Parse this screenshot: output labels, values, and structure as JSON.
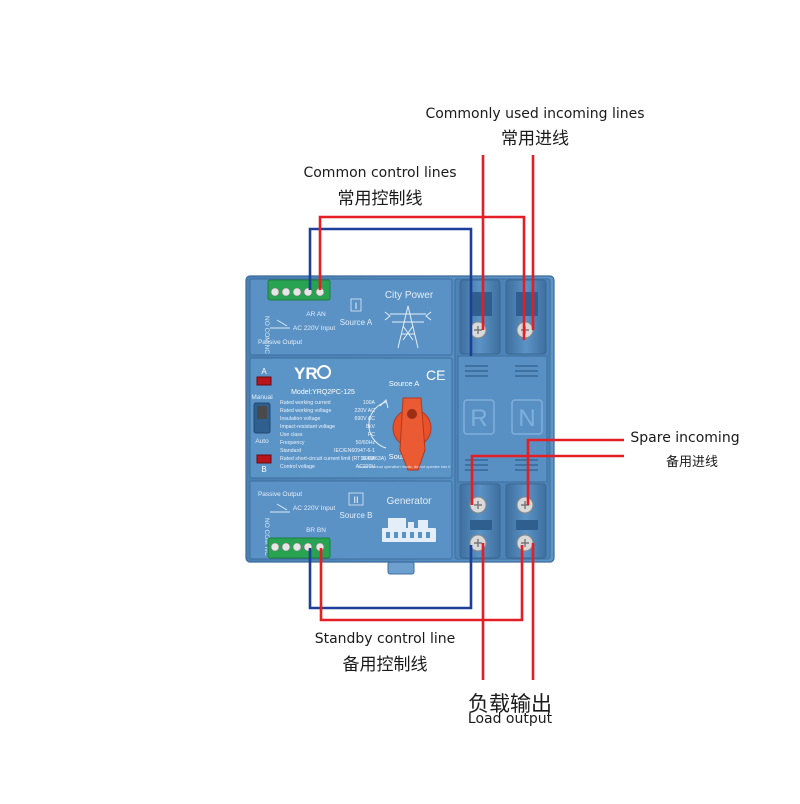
{
  "labels": {
    "common_incoming_en": "Commonly used incoming lines",
    "common_incoming_zh": "常用进线",
    "common_control_en": "Common control lines",
    "common_control_zh": "常用控制线",
    "spare_incoming_en": "Spare incoming",
    "spare_incoming_zh": "备用进线",
    "standby_control_en": "Standby control line",
    "standby_control_zh": "备用控制线",
    "load_output_zh": "负载输出",
    "load_output_en": "Load output"
  },
  "device": {
    "brand": "YR",
    "model": "Model:YRQ2PC-125",
    "ce_mark": "CE",
    "top_module": {
      "roman": "I",
      "source": "Source A",
      "name": "City Power",
      "passive_output": "Passive Output",
      "input": "AC 220V Input",
      "terminals_top": "AR  AN",
      "contacts": "NO COM NC"
    },
    "bottom_module": {
      "roman": "II",
      "source": "Source B",
      "name": "Generator",
      "passive_output": "Passive Output",
      "input": "AC 220V Input",
      "terminals_bottom": "BR  BN",
      "contacts": "NO COM NC"
    },
    "indicator_a": "A",
    "indicator_b": "B",
    "mode_manual": "Manual",
    "mode_auto": "Auto",
    "knob_source_a": "Source A",
    "knob_source_b": "Source B",
    "knob_note": "Under manual operation mode, do not operate into it",
    "pole_r": "R",
    "pole_n": "N",
    "specs": [
      {
        "k": "Rated working current",
        "v": "100A"
      },
      {
        "k": "Rated working voltage",
        "v": "220V AC"
      },
      {
        "k": "Insulation voltage",
        "v": "690V AC"
      },
      {
        "k": "Impact-resistant voltage",
        "v": "8kV"
      },
      {
        "k": "Use class",
        "v": "PC"
      },
      {
        "k": "Frequency",
        "v": "50/60Hz"
      },
      {
        "k": "Standard",
        "v": "IEC/EN60947-6-1"
      },
      {
        "k": "Rated short-circuit current limit (RT16-00/63A)",
        "v": "50KA"
      },
      {
        "k": "Control voltage",
        "v": "AC220V"
      }
    ]
  },
  "colors": {
    "device_body": "#4f86b8",
    "device_face": "#5a93c6",
    "device_dark": "#3d6f9e",
    "terminal_green": "#27a352",
    "wire_red": "#e31e24",
    "wire_blue": "#1d3f9a",
    "knob_orange": "#e8512a"
  }
}
